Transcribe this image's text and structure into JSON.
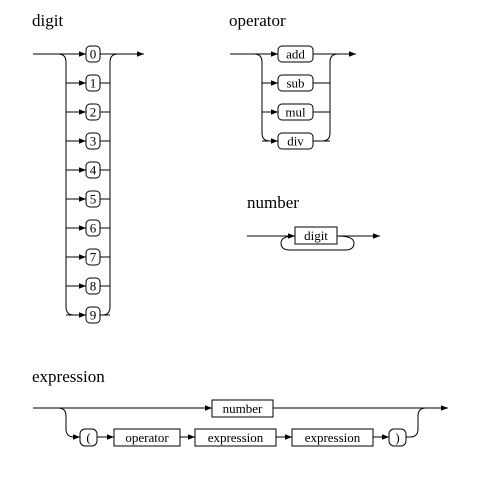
{
  "diagrams": {
    "digit": {
      "title": "digit",
      "terminals": [
        "0",
        "1",
        "2",
        "3",
        "4",
        "5",
        "6",
        "7",
        "8",
        "9"
      ]
    },
    "operator": {
      "title": "operator",
      "terminals": [
        "add",
        "sub",
        "mul",
        "div"
      ]
    },
    "number": {
      "title": "number",
      "nonterminal": "digit"
    },
    "expression": {
      "title": "expression",
      "top_nonterminal": "number",
      "sequence": {
        "open_paren": "(",
        "operator": "operator",
        "expression_1": "expression",
        "expression_2": "expression",
        "close_paren": ")"
      }
    }
  }
}
